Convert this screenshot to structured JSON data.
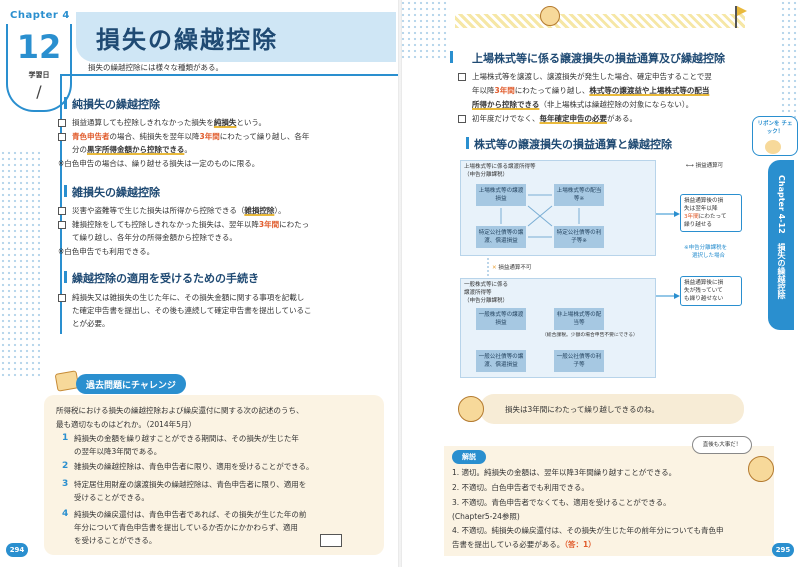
{
  "left": {
    "chapter_word": "Chapter 4",
    "chapter_num": "12",
    "study_date_label": "学習日",
    "study_date_slash": "/",
    "title": "損失の繰越控除",
    "subtitle": "損失の繰越控除には様々な種類がある。",
    "sec1": {
      "title": "純損失の繰越控除",
      "l1": "損益通算しても控除しきれなかった損失を",
      "l1b": "純損失",
      "l1c": "という。",
      "l2a": "青色申告者",
      "l2b": "の場合、純損失を翌年以降",
      "l2c": "3年間",
      "l2d": "にわたって繰り越し、各年",
      "l3a": "分の",
      "l3b": "黒字所得金額から控除できる",
      "l3c": "。",
      "note": "※白色申告の場合は、繰り越せる損失は一定のものに限る。"
    },
    "sec2": {
      "title": "雑損失の繰越控除",
      "l1": "災害や盗難等で生じた損失は所得から控除できる（",
      "l1b": "雑損控除",
      "l1c": "）。",
      "l2": "雑損控除をしても控除しきれなかった損失は、翌年以降",
      "l2b": "3年間",
      "l2c": "にわたっ",
      "l3": "て繰り越し、各年分の所得金額から控除できる。",
      "note": "※白色申告でも利用できる。"
    },
    "sec3": {
      "title": "繰越控除の適用を受けるための手続き",
      "l1": "純損失又は雑損失の生じた年に、その損失金額に関する事項を記載し",
      "l2": "た確定申告書を提出し、その後も連続して確定申告書を提出しているこ",
      "l3": "とが必要。"
    },
    "exam": {
      "head": "過去問題にチャレンジ",
      "q1": "所得税における損失の繰越控除および繰戻還付に関する次の記述のうち、",
      "q2": "最も適切なものはどれか。（2014年5月）",
      "o1n": "1",
      "o1a": "純損失の金額を繰り越すことができる期間は、その損失が生じた年",
      "o1b": "の翌年以降3年間である。",
      "o2n": "2",
      "o2a": "雑損失の繰越控除は、青色申告者に限り、適用を受けることができる。",
      "o3n": "3",
      "o3a": "特定居住用財産の譲渡損失の繰越控除は、青色申告者に限り、適用を",
      "o3b": "受けることができる。",
      "o4n": "4",
      "o4a": "純損失の繰戻還付は、青色申告者であれば、その損失が生じた年の前",
      "o4b": "年分について青色申告書を提出しているか否かにかかわらず、適用",
      "o4c": "を受けることができる。"
    },
    "page_num": "294"
  },
  "right": {
    "sec1": {
      "title": "上場株式等に係る譲渡損失の損益通算及び繰越控除",
      "l1": "上場株式等を譲渡し、譲渡損失が発生した場合、確定申告することで翌",
      "l2a": "年以降",
      "l2b": "3年間",
      "l2c": "にわたって繰り越し、",
      "l2d": "株式等の譲渡益や上場株式等の配当",
      "l3a": "所得から控除できる",
      "l3b": "（非上場株式は繰越控除の対象にならない）。",
      "l4a": "初年度だけでなく、",
      "l4b": "毎年確定申告の必要",
      "l4c": "がある。"
    },
    "sec2": {
      "title": "株式等の譲渡損失の損益通算と繰越控除"
    },
    "diagram": {
      "legend": "損益通算可",
      "g1_title": "上場株式等に係る譲渡所得等",
      "g1_sub": "（申告分離課税）",
      "b1": "上場株式等の譲渡損益",
      "b2": "上場株式等の配当等※",
      "b3": "特定公社債等の譲渡、償還損益",
      "b4": "特定公社債等の利子等※",
      "r1a": "損益通算後の損",
      "r1b": "失は翌年以降",
      "r1c": "3年間",
      "r1d": "にわたって",
      "r1e": "繰り越せる",
      "note_r1": "※申告分離課税を",
      "note_r2": "選択した場合",
      "not_allowed": "損益通算不可",
      "g2_title": "一般株式等に係る",
      "g2_title2": "譲渡所得等",
      "g2_sub": "（申告分離課税）",
      "b5": "一般株式等の譲渡損益",
      "b6": "非上場株式等の配当等",
      "b6_note": "（総合課税。少額の場合申告不要にできる）",
      "b7": "一般公社債等の譲渡、償還損益",
      "b8": "一般公社債等の利子等",
      "r2a": "損益通算後に損",
      "r2b": "失が残っていて",
      "r2c": "も繰り越せない"
    },
    "pill_note": "損失は3年間にわたって繰り越しできるのね。",
    "ribbon": "リボンを チェック！",
    "side_chapter": "Chapter 4-12",
    "side_title": "損失の繰越控除",
    "speech": "直後も大事だ！",
    "answer": {
      "head": "解説",
      "a1": "1. 適切。純損失の金額は、翌年以降3年間繰り越すことができる。",
      "a2": "2. 不適切。白色申告者でも利用できる。",
      "a3": "3. 不適切。青色申告者でなくても、適用を受けることができる。",
      "a3b": "(Chapter5-24参照)",
      "a4": "4. 不適切。純損失の繰戻還付は、その損失が生じた年の前年分についても青色申",
      "a4b": "告書を提出している必要がある。",
      "a4c": "（答：1）"
    },
    "page_num": "295"
  }
}
